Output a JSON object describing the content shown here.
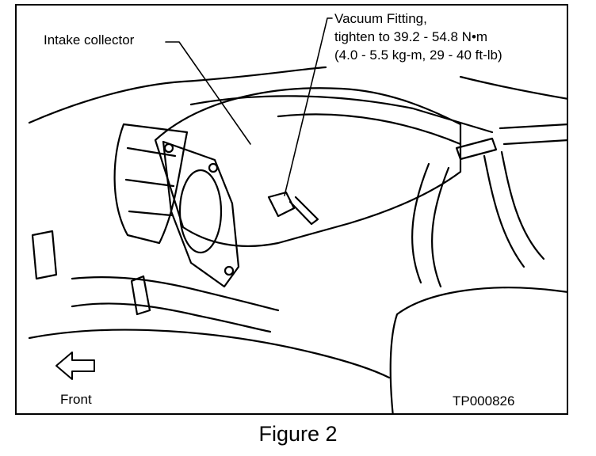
{
  "labels": {
    "intake_collector": "Intake collector",
    "vacuum_fitting_line1": "Vacuum Fitting,",
    "vacuum_fitting_line2": "tighten to 39.2 - 54.8 N•m",
    "vacuum_fitting_line3": "(4.0 - 5.5 kg-m, 29 - 40 ft-lb)",
    "front": "Front",
    "figure_code": "TP000826"
  },
  "caption": "Figure 2"
}
